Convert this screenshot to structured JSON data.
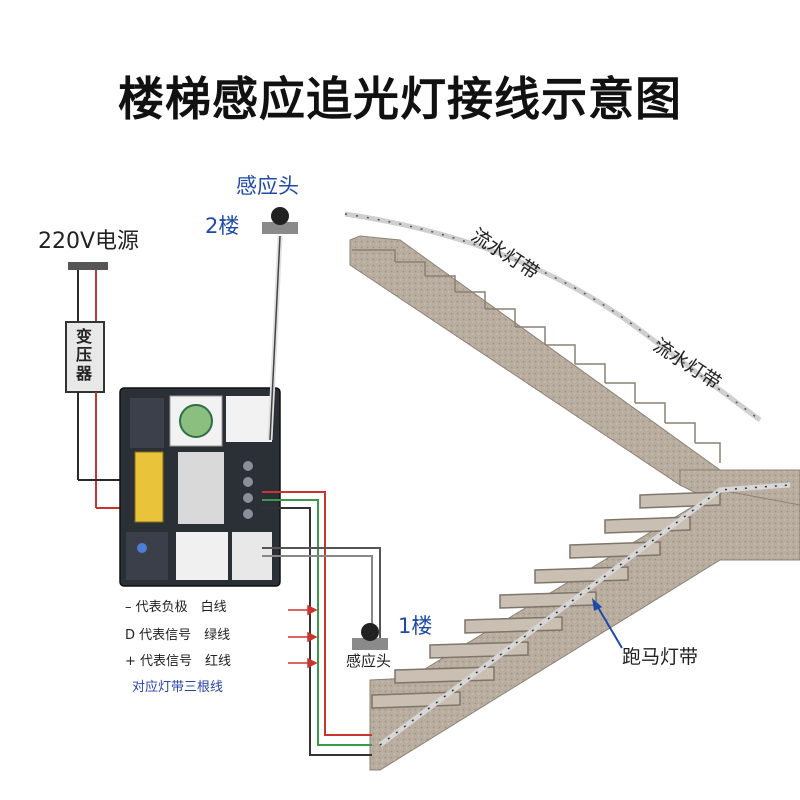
{
  "title": "楼梯感应追光灯接线示意图",
  "labels": {
    "sensor_top": "感应头",
    "floor_2": "2楼",
    "power": "220V电源",
    "transformer": "变压器",
    "floor_1": "1楼",
    "sensor_bottom": "感应头",
    "strip_upper_1": "流水灯带",
    "strip_upper_2": "流水灯带",
    "runner_strip": "跑马灯带"
  },
  "legend": {
    "negative": "– 代表负极　白线",
    "data": "D 代表信号　绿线",
    "positive": "+ 代表信号　红线",
    "note": "对应灯带三根线"
  },
  "colors": {
    "accent_blue": "#1f4aa8",
    "wire_red": "#c8352e",
    "wire_green": "#3a9a4a",
    "wire_white": "#d9d9d9",
    "wire_dark": "#2a2a2a",
    "stair_gray": "#b5aa9c",
    "controller_dark": "#2b2f36",
    "terminal_yellow": "#e9c33a"
  },
  "icons": {
    "sensor": "motion-sensor-icon",
    "controller": "controller-box-icon",
    "transformer": "transformer-box-icon"
  }
}
